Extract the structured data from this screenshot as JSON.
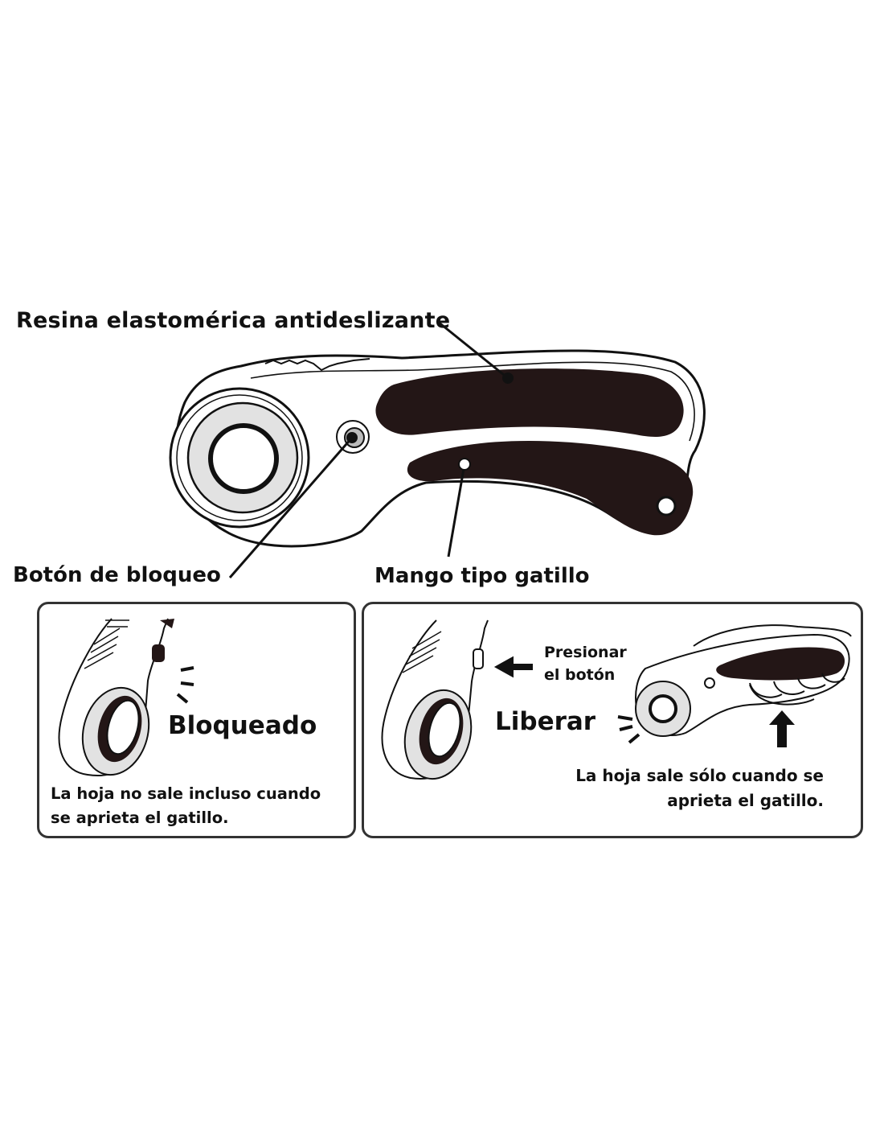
{
  "callouts": {
    "grip": "Resina elastomérica antideslizante",
    "lock_button": "Botón de bloqueo",
    "trigger_handle": "Mango tipo gatillo"
  },
  "panels": {
    "locked": {
      "title": "Bloqueado",
      "description_line1": "La hoja no sale incluso cuando",
      "description_line2": "se aprieta el gatillo."
    },
    "release": {
      "title": "Liberar",
      "press_line1": "Presionar",
      "press_line2": "el botón",
      "description_line1": "La hoja sale sólo cuando se",
      "description_line2": "aprieta el gatillo."
    }
  },
  "colors": {
    "ink": "#111111",
    "grip": "#231616",
    "blade": "#e2e2e2"
  }
}
